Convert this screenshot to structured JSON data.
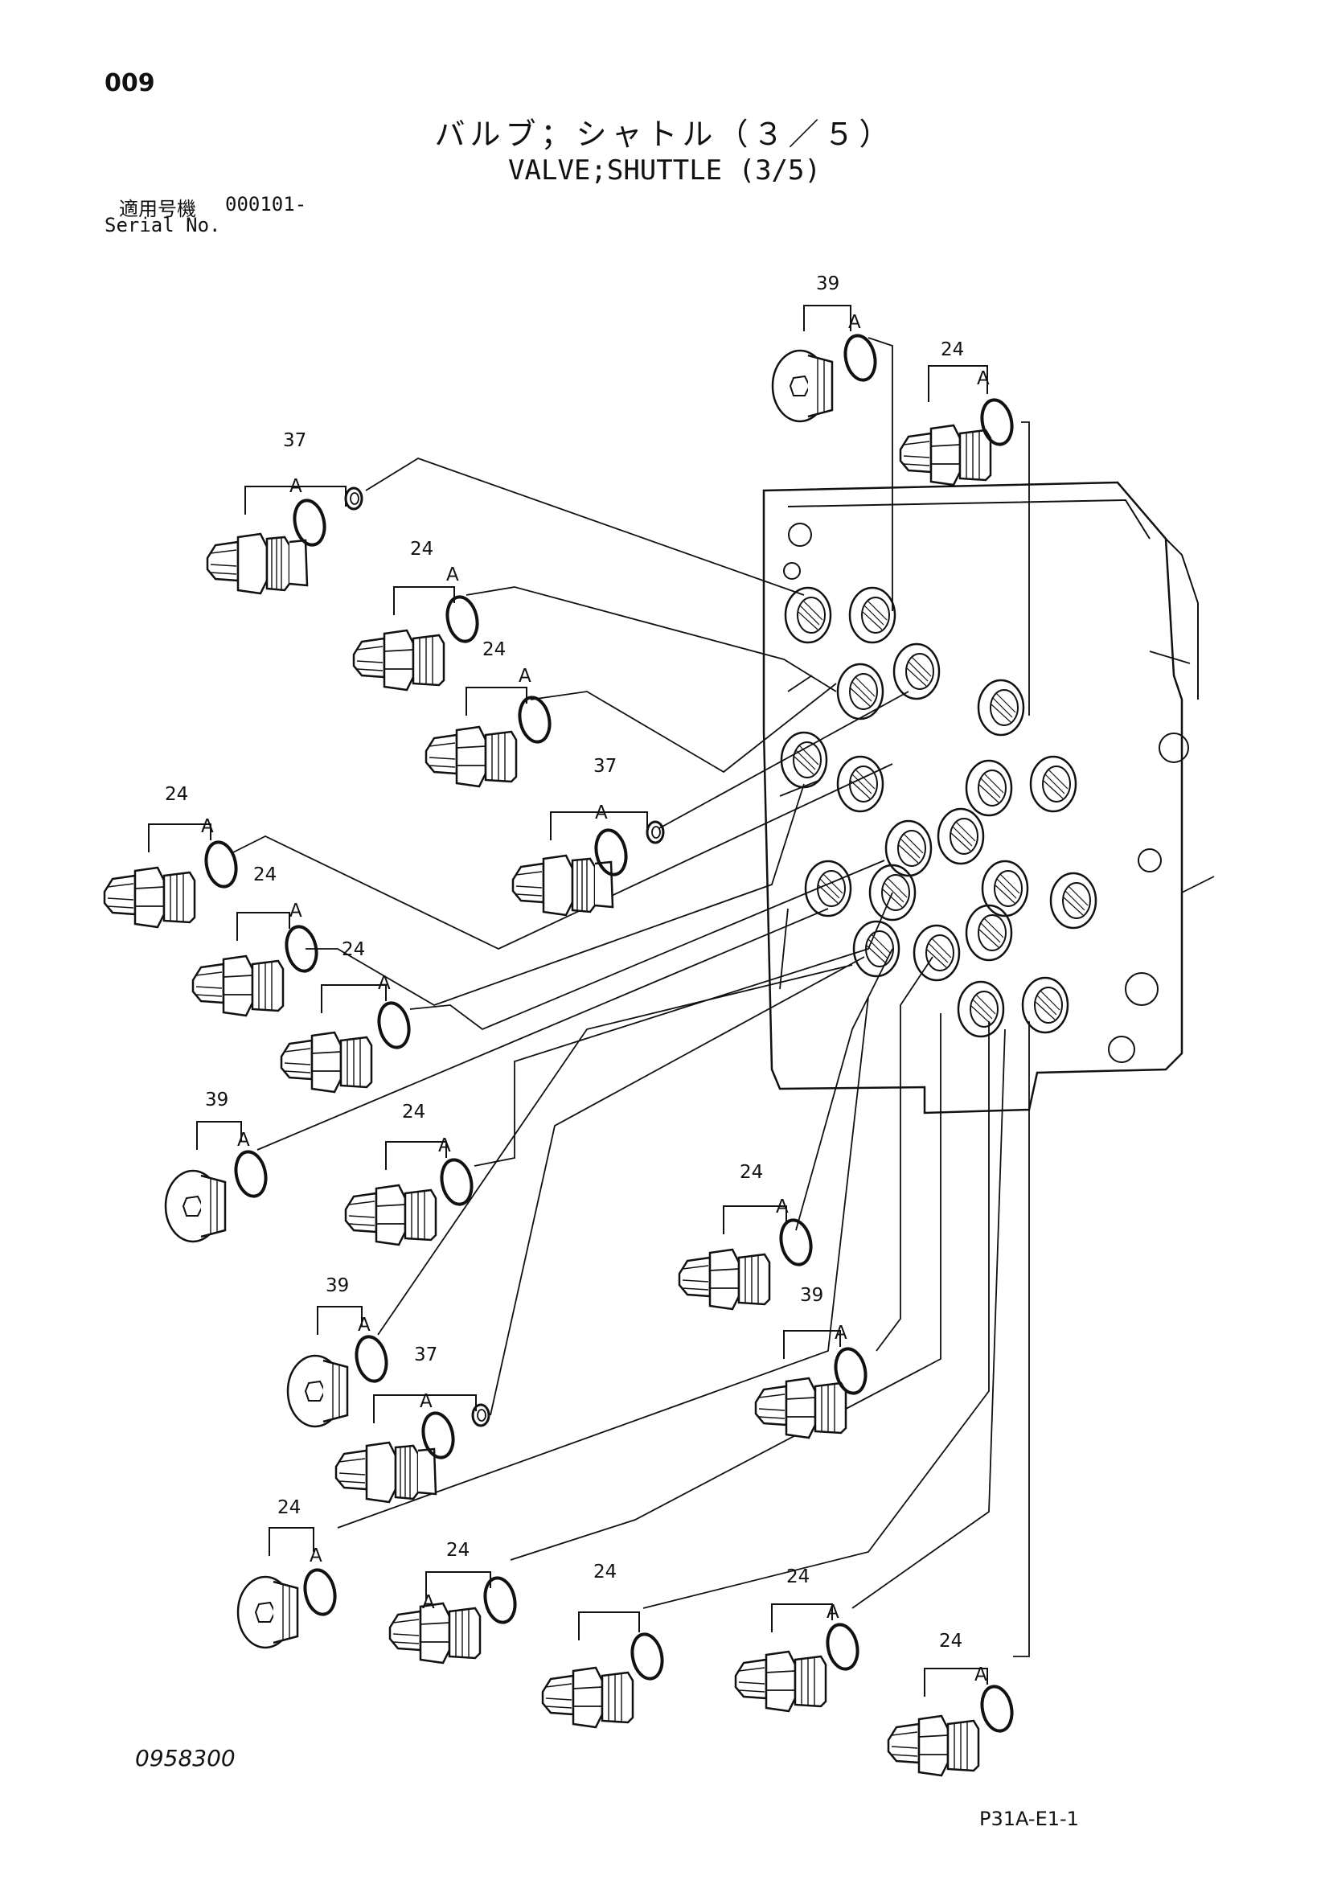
{
  "page": {
    "number": "009"
  },
  "title": {
    "japanese": "バルブ；シャトル（３／５）",
    "english": "VALVE;SHUTTLE (3/5)"
  },
  "serial": {
    "label_jp": "適用号機",
    "value": "000101-",
    "label_en": "Serial No."
  },
  "diagram": {
    "part_callouts": [
      "39",
      "24",
      "37",
      "24",
      "24",
      "37",
      "24",
      "24",
      "24",
      "39",
      "24",
      "24",
      "39",
      "37",
      "39",
      "24",
      "24",
      "24",
      "24",
      "24"
    ],
    "oring_marker": "A"
  },
  "footer": {
    "drawing_number": "0958300",
    "sheet_code": "P31A-E1-1"
  }
}
